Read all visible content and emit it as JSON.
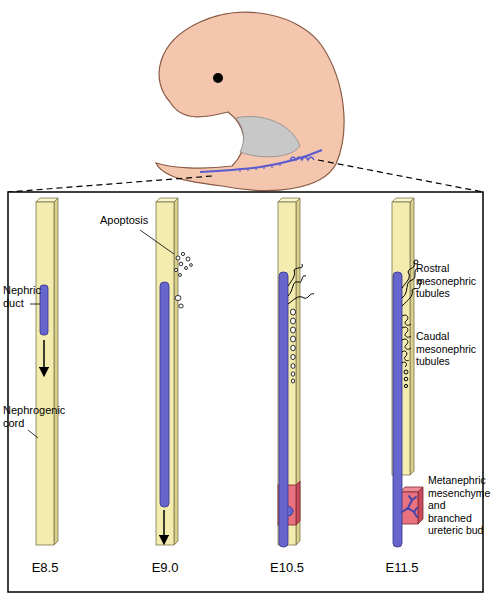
{
  "diagram": {
    "labels": [
      "Apoptosis",
      "Nephric duct",
      "Nephrogenic cord",
      "Rostral mesonephric tubules",
      "Caudal mesonephric tubules",
      "Metanephric mesenchyme and branched ureteric bud",
      "E8.5",
      "E9.0",
      "E10.5",
      "E11.5"
    ]
  }
}
